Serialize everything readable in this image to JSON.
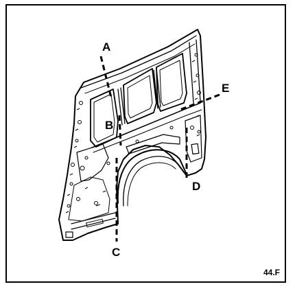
{
  "labels": {
    "a": "A",
    "b": "B",
    "c": "C",
    "d": "D",
    "e": "E"
  },
  "figure_ref": "44.F",
  "colors": {
    "ink": "#000000",
    "paper": "#ffffff"
  }
}
